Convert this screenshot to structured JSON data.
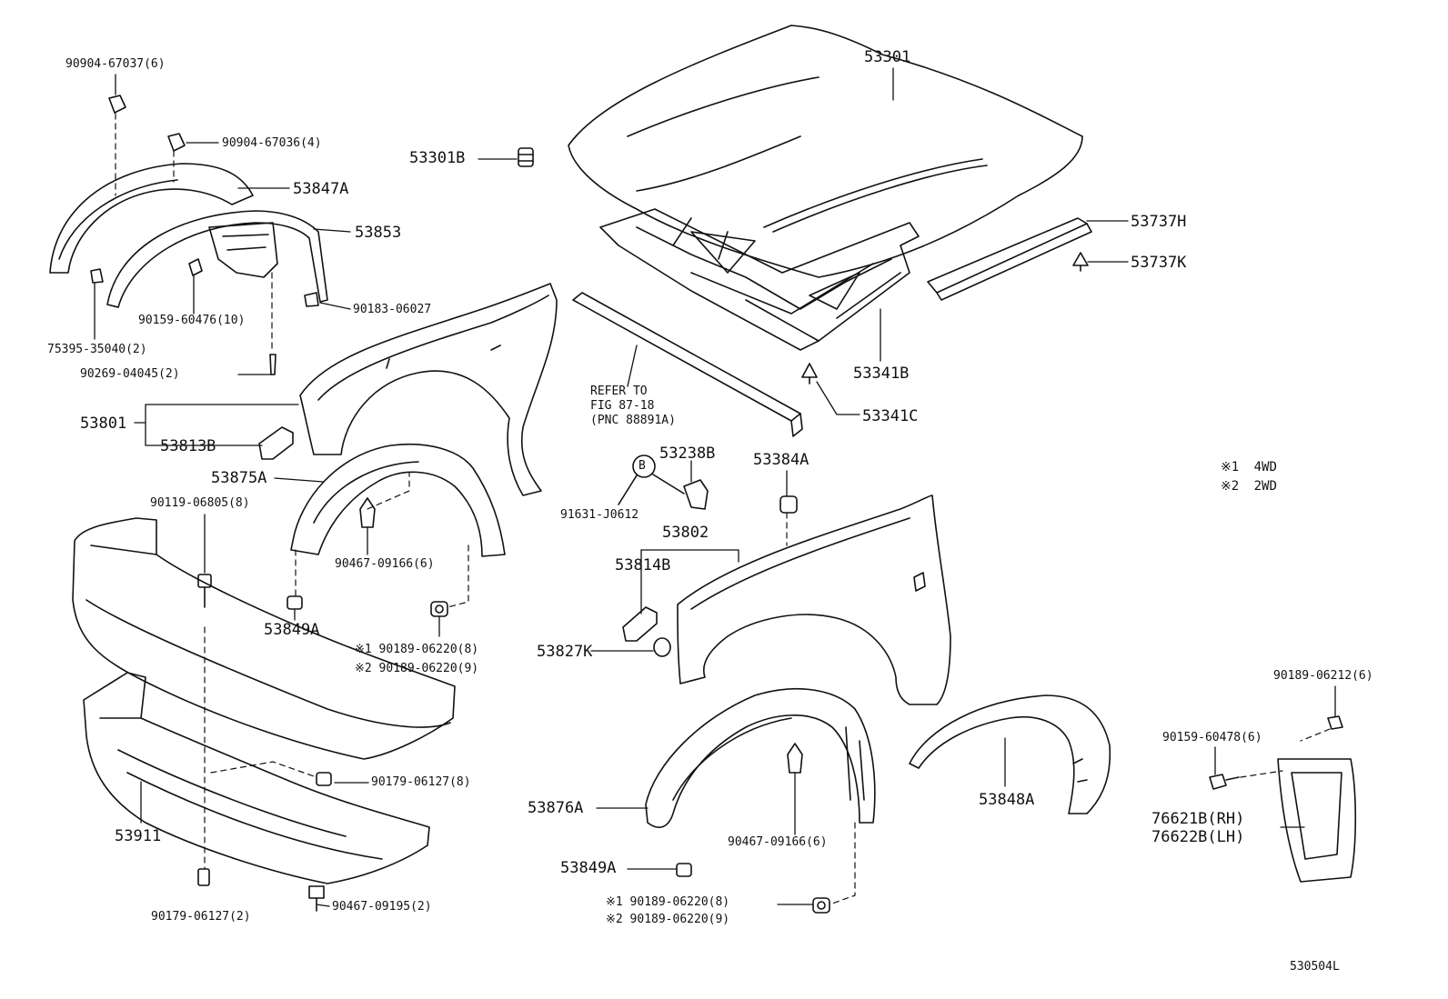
{
  "diagram": {
    "figure_code": "530504L",
    "notes": [
      {
        "mark": "※1",
        "text": "4WD"
      },
      {
        "mark": "※2",
        "text": "2WD"
      }
    ],
    "reference": {
      "line1": "REFER TO",
      "line2": "FIG 87-18",
      "line3": "(PNC 88891A)"
    },
    "callout_letter": "B",
    "parts": {
      "p90904_67037": "90904-67037(6)",
      "p90904_67036": "90904-67036(4)",
      "p53847A": "53847A",
      "p53853": "53853",
      "p90159_60476": "90159-60476(10)",
      "p90183_06027": "90183-06027",
      "p75395_35040": "75395-35040(2)",
      "p90269_04045": "90269-04045(2)",
      "p53801": "53801",
      "p53813B": "53813B",
      "p53875A": "53875A",
      "p90119_06805": "90119-06805(8)",
      "p90467_09166_a": "90467-09166(6)",
      "p53849A_a": "53849A",
      "p90189_06220_1a": "※1 90189-06220(8)",
      "p90189_06220_2a": "※2 90189-06220(9)",
      "p90179_06127_8": "90179-06127(8)",
      "p53911": "53911",
      "p90179_06127_2": "90179-06127(2)",
      "p90467_09195": "90467-09195(2)",
      "p53301": "53301",
      "p53301B": "53301B",
      "p53737H": "53737H",
      "p53737K": "53737K",
      "p53341B": "53341B",
      "p53341C": "53341C",
      "p53238B": "53238B",
      "p91631_J0612": "91631-J0612",
      "p53384A": "53384A",
      "p53802": "53802",
      "p53814B": "53814B",
      "p53827K": "53827K",
      "p53876A": "53876A",
      "p53849A_b": "53849A",
      "p90467_09166_b": "90467-09166(6)",
      "p90189_06220_1b": "※1 90189-06220(8)",
      "p90189_06220_2b": "※2 90189-06220(9)",
      "p53848A": "53848A",
      "p90189_06212": "90189-06212(6)",
      "p90159_60478": "90159-60478(6)",
      "p76621B": "76621B(RH)",
      "p76622B": "76622B(LH)"
    }
  }
}
